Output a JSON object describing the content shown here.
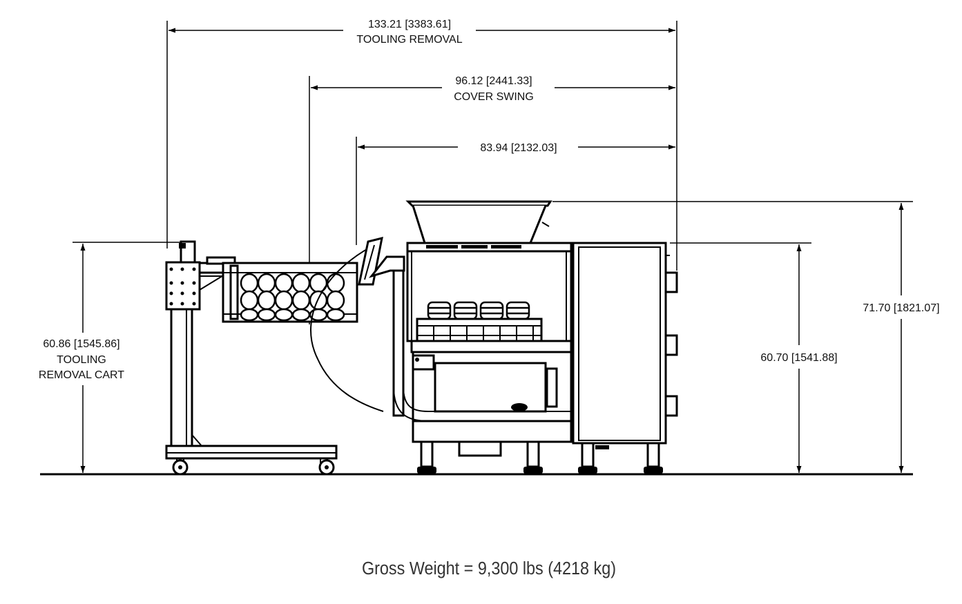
{
  "dimensions": {
    "tooling_removal": {
      "value": "133.21 [3383.61]",
      "label": "TOOLING REMOVAL"
    },
    "cover_swing": {
      "value": "96.12 [2441.33]",
      "label": "COVER SWING"
    },
    "overall_length": {
      "value": "83.94 [2132.03]"
    },
    "cart_height": {
      "value": "60.86 [1545.86]",
      "label1": "TOOLING",
      "label2": "REMOVAL CART"
    },
    "machine_height": {
      "value": "60.70 [1541.88]"
    },
    "overall_height": {
      "value": "71.70 [1821.07]"
    }
  },
  "footer": {
    "gross_weight": "Gross Weight = 9,300 lbs (4218 kg)"
  }
}
